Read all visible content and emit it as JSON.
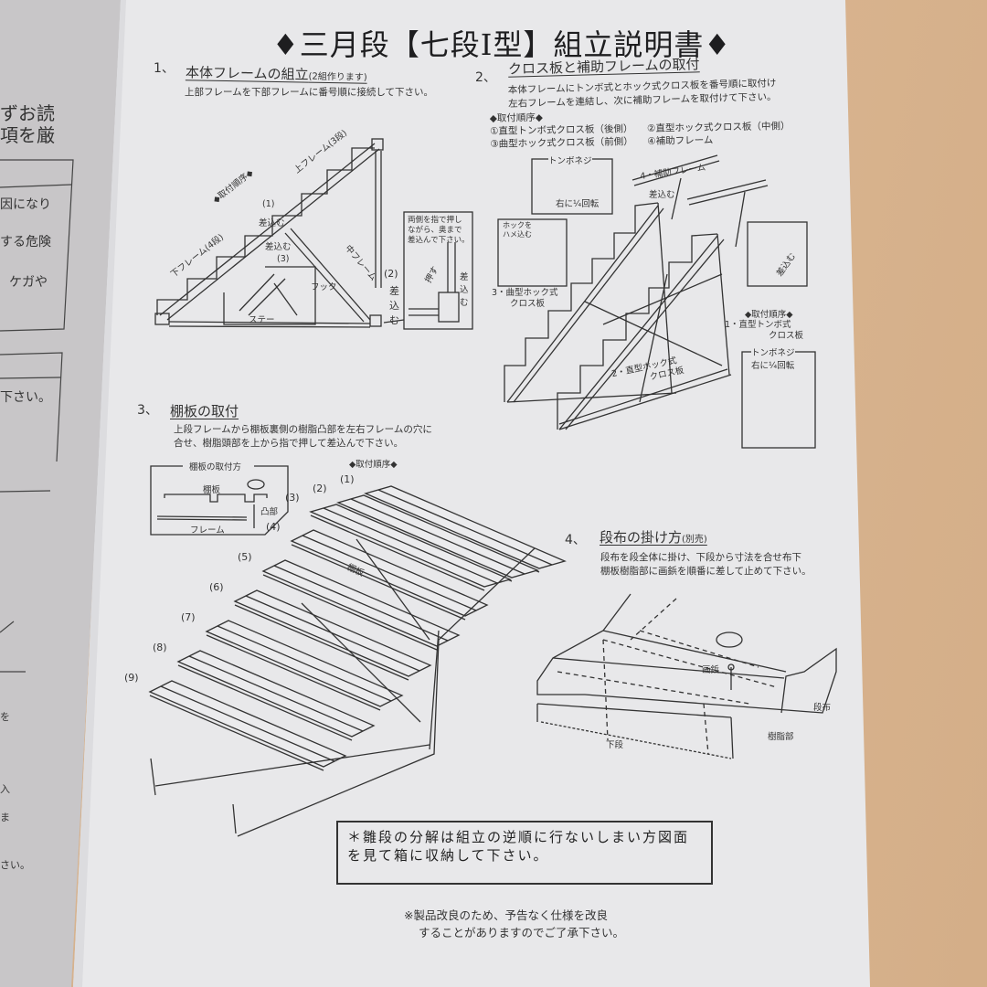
{
  "colors": {
    "paper": "#e9e9eb",
    "left_page": "#c9c7c9",
    "table": "#d7b38e",
    "ink": "#2a2a2c"
  },
  "title": "♦三月段【七段Ⅰ型】組立説明書♦",
  "section1": {
    "number": "1、",
    "heading": "本体フレームの組立",
    "heading_note": "(2組作ります)",
    "body": "上部フレームを下部フレームに番号順に接続して下さい。",
    "labels": {
      "upper_frame": "上フレーム(3段)",
      "lower_frame": "下フレーム(4段)",
      "order": "◆取付順序◆",
      "step1": "(1)",
      "insert1": "差込む",
      "insert3": "差込む",
      "step3": "(3)",
      "middle_frame": "中フレーム",
      "hook": "フック",
      "stay": "ステー",
      "step2": "(2)",
      "insert2": "差込む",
      "inset_text": [
        "両側を指で押し",
        "ながら、奥まで",
        "差込んで下さい。"
      ],
      "push": "押す",
      "insert_inset": "差込む"
    }
  },
  "section2": {
    "number": "2、",
    "heading": "クロス板と補助フレームの取付",
    "body": [
      "本体フレームにトンボ式とホック式クロス板を番号順に取付け",
      "左右フレームを連結し、次に補助フレームを取付けて下さい。"
    ],
    "order_title": "◆取付順序◆",
    "order_items": [
      "①直型トンボ式クロス板（後側）",
      "②直型ホック式クロス板（中側）",
      "③曲型ホック式クロス板（前側）",
      "④補助フレーム"
    ],
    "labels": {
      "tombo_screw": "トンボネジ",
      "rotate": "右に¼回転",
      "aux_frame": "4・補助フレーム",
      "insert": "差込む",
      "hook_fit": [
        "ホックを",
        "ハメ込む"
      ],
      "curved_hook": [
        "3・曲型ホック式",
        "クロス板"
      ],
      "order": "◆取付順序◆",
      "straight_tombo": [
        "1・直型トンボ式",
        "クロス板"
      ],
      "straight_hook": [
        "2・直型ホック式",
        "クロス板"
      ],
      "tombo_screw2": "トンボネジ",
      "rotate2": "右に¼回転",
      "insert2": "差込む"
    }
  },
  "section3": {
    "number": "3、",
    "heading": "棚板の取付",
    "body": [
      "上段フレームから棚板裏側の樹脂凸部を左右フレームの穴に",
      "合せ、樹脂頭部を上から指で押して差込んで下さい。"
    ],
    "inset_title": "棚板の取付方",
    "inset_labels": {
      "shelf": "棚板",
      "boss": "凸部",
      "frame": "フレーム"
    },
    "order_title": "◆取付順序◆",
    "steps": [
      "(1)",
      "(2)",
      "(3)",
      "(4)",
      "(5)",
      "(6)",
      "(7)",
      "(8)",
      "(9)"
    ],
    "shelf_label": "棚板"
  },
  "section4": {
    "number": "4、",
    "heading": "段布の掛け方",
    "heading_note": "(別売)",
    "body": [
      "段布を段全体に掛け、下段から寸法を合せ布下",
      "棚板樹脂部に画鋲を順番に差して止めて下さい。"
    ],
    "labels": {
      "pin": "画鋲",
      "cloth": "段布",
      "resin": "樹脂部",
      "lower": "下段"
    }
  },
  "note": "＊雛段の分解は組立の逆順に行ないしまい方図面を見て箱に収納して下さい。",
  "footer": [
    "※製品改良のため、予告なく仕様を改良",
    "することがありますのでご了承下さい。"
  ],
  "left_page": {
    "fragments": [
      "ずお読",
      "項を厳",
      "因になり",
      "する危険",
      "ケガや",
      "下さい。",
      "を",
      "入",
      "ま",
      "さい。"
    ]
  }
}
